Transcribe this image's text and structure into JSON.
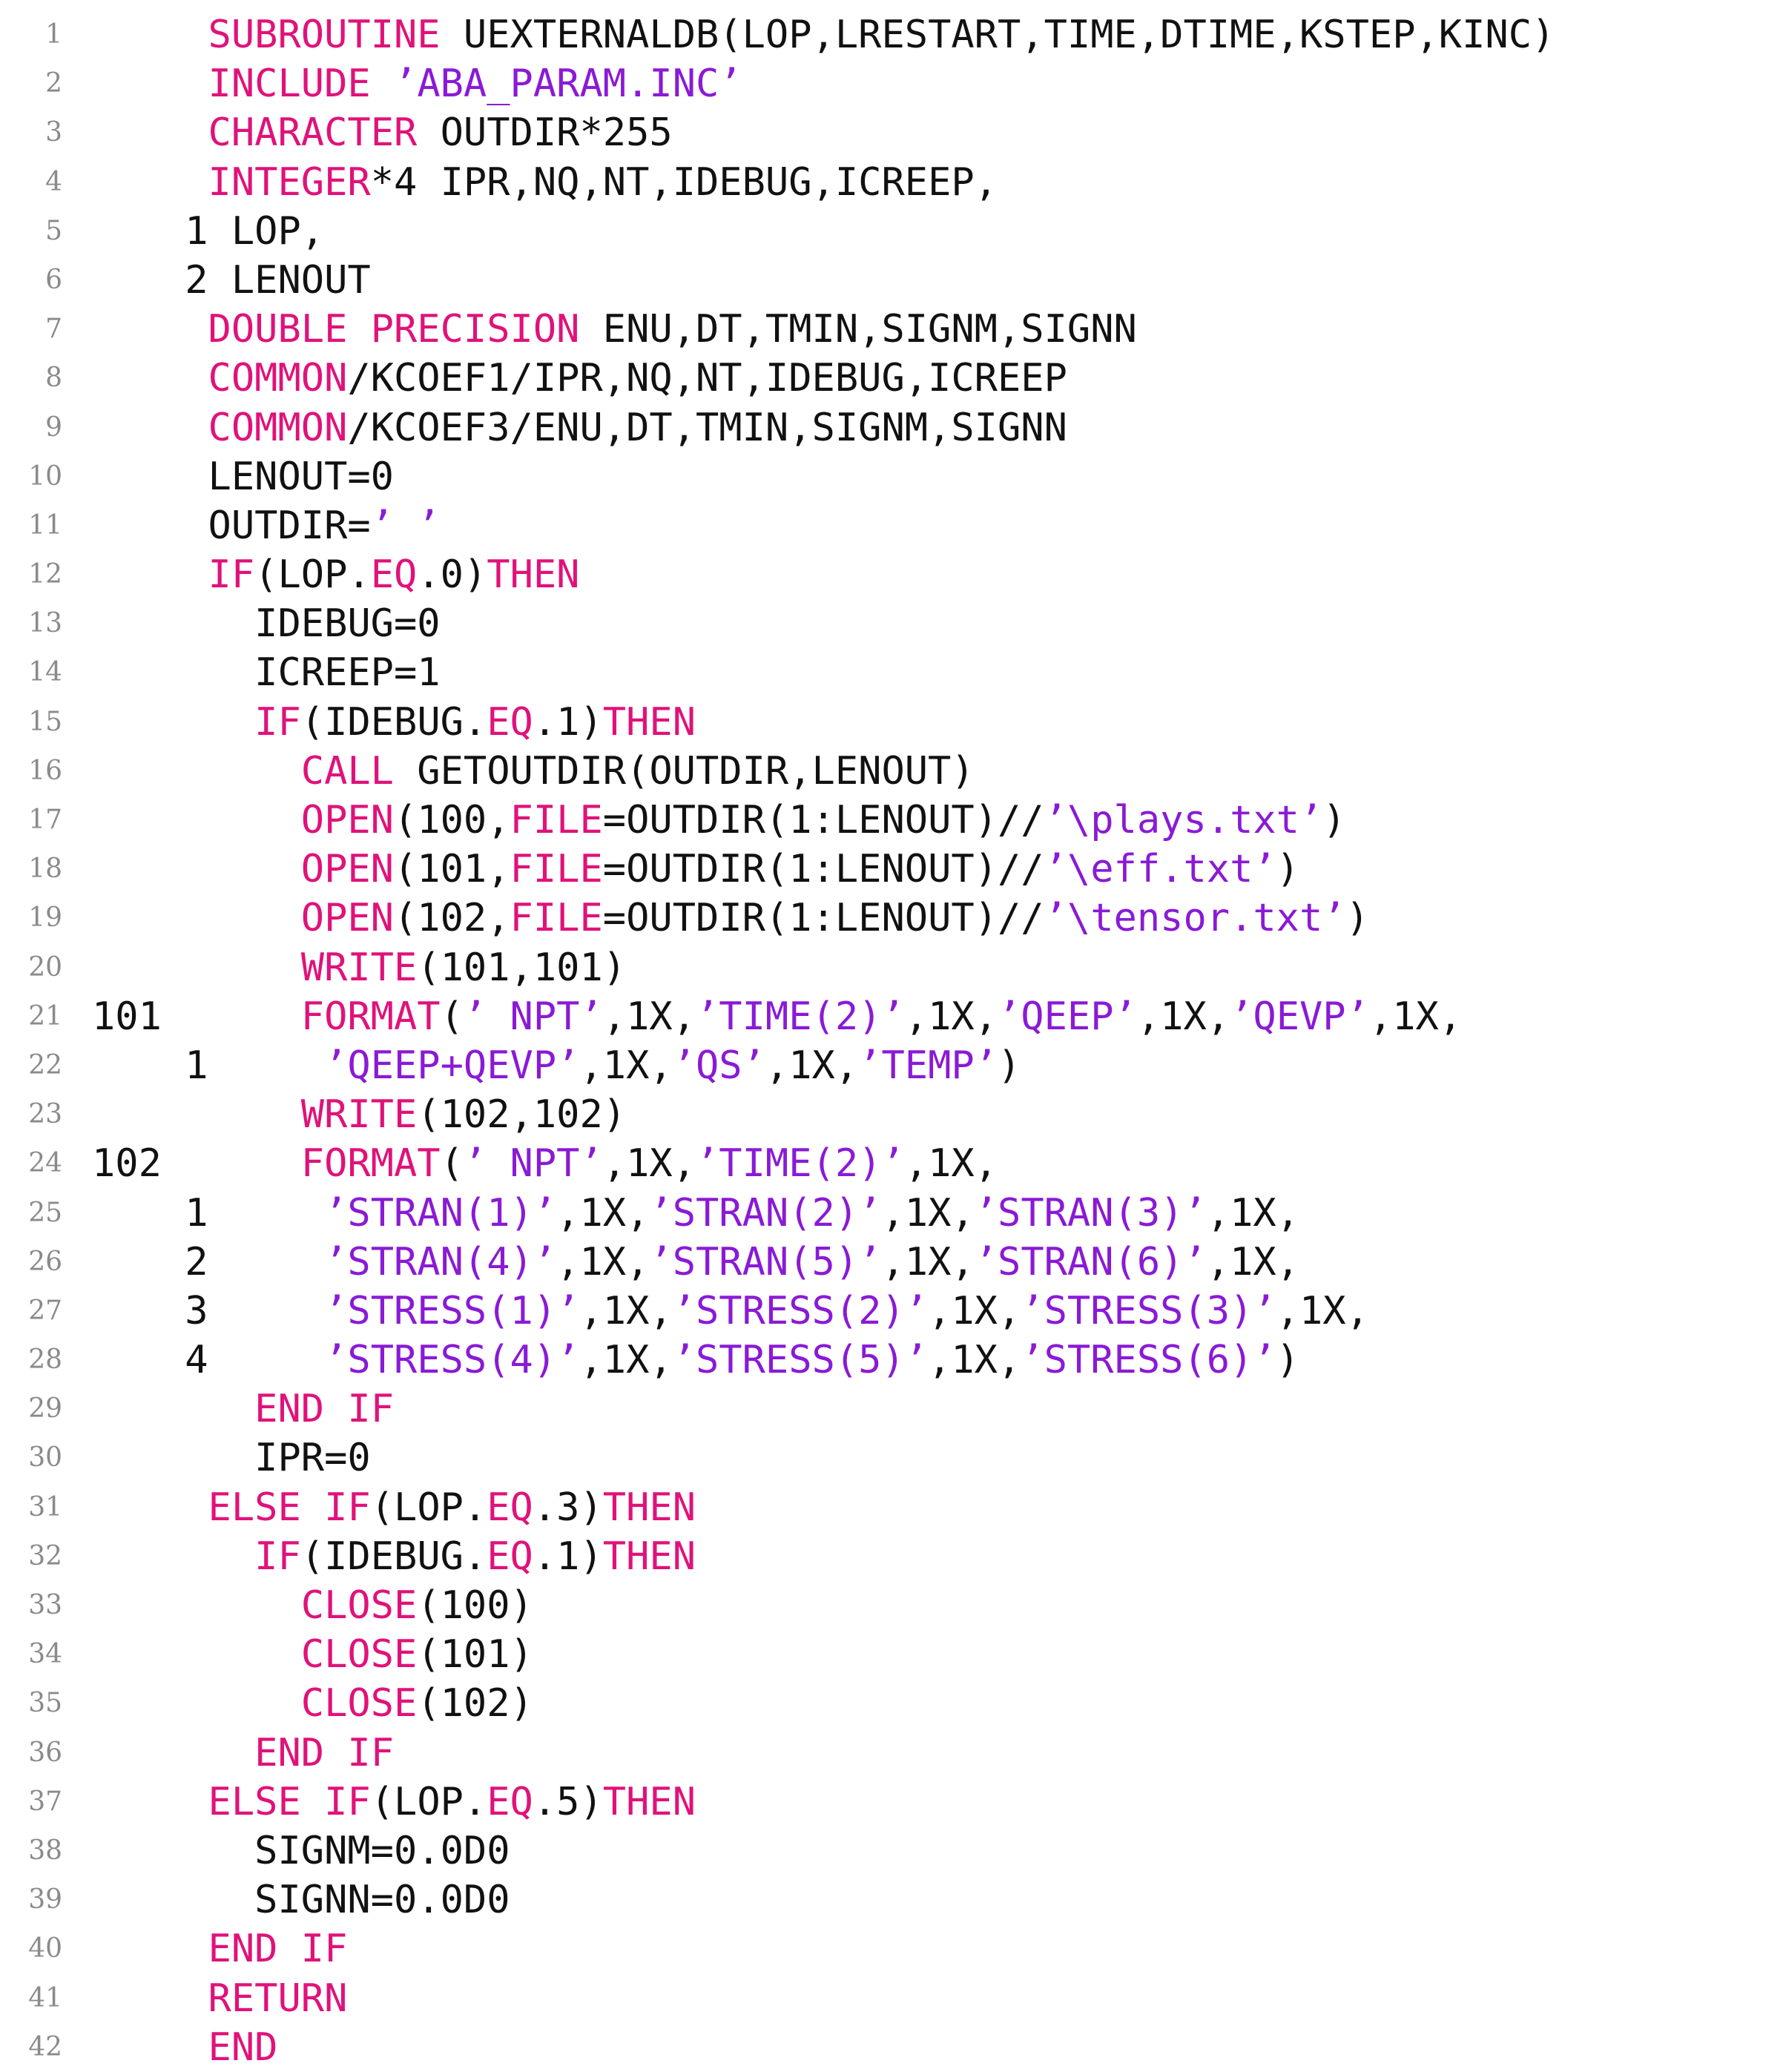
{
  "colors": {
    "background": "#ffffff",
    "keyword": "#e0127a",
    "string": "#8a1ad6",
    "text": "#111111",
    "line_number": "#8a8a8a"
  },
  "code": {
    "language": "Fortran",
    "lines": [
      {
        "num": "1",
        "tokens": [
          {
            "t": "     "
          },
          {
            "t": "SUBROUTINE",
            "k": "kw"
          },
          {
            "t": " UEXTERNALDB(LOP,LRESTART,TIME,DTIME,KSTEP,KINC)"
          }
        ]
      },
      {
        "num": "2",
        "tokens": [
          {
            "t": "     "
          },
          {
            "t": "INCLUDE",
            "k": "kw"
          },
          {
            "t": " "
          },
          {
            "t": "’ABA_PARAM.INC’",
            "k": "str"
          }
        ]
      },
      {
        "num": "3",
        "tokens": [
          {
            "t": "     "
          },
          {
            "t": "CHARACTER",
            "k": "kw"
          },
          {
            "t": " OUTDIR*255"
          }
        ]
      },
      {
        "num": "4",
        "tokens": [
          {
            "t": "     "
          },
          {
            "t": "INTEGER",
            "k": "kw"
          },
          {
            "t": "*4 IPR,NQ,NT,IDEBUG,ICREEP,"
          }
        ]
      },
      {
        "num": "5",
        "tokens": [
          {
            "t": "    1 LOP,"
          }
        ]
      },
      {
        "num": "6",
        "tokens": [
          {
            "t": "    2 LENOUT"
          }
        ]
      },
      {
        "num": "7",
        "tokens": [
          {
            "t": "     "
          },
          {
            "t": "DOUBLE PRECISION",
            "k": "kw"
          },
          {
            "t": " ENU,DT,TMIN,SIGNM,SIGNN"
          }
        ]
      },
      {
        "num": "8",
        "tokens": [
          {
            "t": "     "
          },
          {
            "t": "COMMON",
            "k": "kw"
          },
          {
            "t": "/KCOEF1/IPR,NQ,NT,IDEBUG,ICREEP"
          }
        ]
      },
      {
        "num": "9",
        "tokens": [
          {
            "t": "     "
          },
          {
            "t": "COMMON",
            "k": "kw"
          },
          {
            "t": "/KCOEF3/ENU,DT,TMIN,SIGNM,SIGNN"
          }
        ]
      },
      {
        "num": "10",
        "tokens": [
          {
            "t": "     LENOUT=0"
          }
        ]
      },
      {
        "num": "11",
        "tokens": [
          {
            "t": "     OUTDIR="
          },
          {
            "t": "’ ’",
            "k": "str"
          }
        ]
      },
      {
        "num": "12",
        "tokens": [
          {
            "t": "     "
          },
          {
            "t": "IF",
            "k": "kw"
          },
          {
            "t": "(LOP."
          },
          {
            "t": "EQ",
            "k": "kw"
          },
          {
            "t": ".0)"
          },
          {
            "t": "THEN",
            "k": "kw"
          }
        ]
      },
      {
        "num": "13",
        "tokens": [
          {
            "t": "       IDEBUG=0"
          }
        ]
      },
      {
        "num": "14",
        "tokens": [
          {
            "t": "       ICREEP=1"
          }
        ]
      },
      {
        "num": "15",
        "tokens": [
          {
            "t": "       "
          },
          {
            "t": "IF",
            "k": "kw"
          },
          {
            "t": "(IDEBUG."
          },
          {
            "t": "EQ",
            "k": "kw"
          },
          {
            "t": ".1)"
          },
          {
            "t": "THEN",
            "k": "kw"
          }
        ]
      },
      {
        "num": "16",
        "tokens": [
          {
            "t": "         "
          },
          {
            "t": "CALL",
            "k": "kw"
          },
          {
            "t": " GETOUTDIR(OUTDIR,LENOUT)"
          }
        ]
      },
      {
        "num": "17",
        "tokens": [
          {
            "t": "         "
          },
          {
            "t": "OPEN",
            "k": "kw"
          },
          {
            "t": "(100,"
          },
          {
            "t": "FILE",
            "k": "kw"
          },
          {
            "t": "=OUTDIR(1:LENOUT)//"
          },
          {
            "t": "’\\plays.txt’",
            "k": "str"
          },
          {
            "t": ")"
          }
        ]
      },
      {
        "num": "18",
        "tokens": [
          {
            "t": "         "
          },
          {
            "t": "OPEN",
            "k": "kw"
          },
          {
            "t": "(101,"
          },
          {
            "t": "FILE",
            "k": "kw"
          },
          {
            "t": "=OUTDIR(1:LENOUT)//"
          },
          {
            "t": "’\\eff.txt’",
            "k": "str"
          },
          {
            "t": ")"
          }
        ]
      },
      {
        "num": "19",
        "tokens": [
          {
            "t": "         "
          },
          {
            "t": "OPEN",
            "k": "kw"
          },
          {
            "t": "(102,"
          },
          {
            "t": "FILE",
            "k": "kw"
          },
          {
            "t": "=OUTDIR(1:LENOUT)//"
          },
          {
            "t": "’\\tensor.txt’",
            "k": "str"
          },
          {
            "t": ")"
          }
        ]
      },
      {
        "num": "20",
        "tokens": [
          {
            "t": "         "
          },
          {
            "t": "WRITE",
            "k": "kw"
          },
          {
            "t": "(101,101)"
          }
        ]
      },
      {
        "num": "21",
        "tokens": [
          {
            "t": "101      "
          },
          {
            "t": "FORMAT",
            "k": "kw"
          },
          {
            "t": "("
          },
          {
            "t": "’ NPT’",
            "k": "str"
          },
          {
            "t": ",1X,"
          },
          {
            "t": "’TIME(2)’",
            "k": "str"
          },
          {
            "t": ",1X,"
          },
          {
            "t": "’QEEP’",
            "k": "str"
          },
          {
            "t": ",1X,"
          },
          {
            "t": "’QEVP’",
            "k": "str"
          },
          {
            "t": ",1X,"
          }
        ]
      },
      {
        "num": "22",
        "tokens": [
          {
            "t": "    1     "
          },
          {
            "t": "’QEEP+QEVP’",
            "k": "str"
          },
          {
            "t": ",1X,"
          },
          {
            "t": "’QS’",
            "k": "str"
          },
          {
            "t": ",1X,"
          },
          {
            "t": "’TEMP’",
            "k": "str"
          },
          {
            "t": ")"
          }
        ]
      },
      {
        "num": "23",
        "tokens": [
          {
            "t": "         "
          },
          {
            "t": "WRITE",
            "k": "kw"
          },
          {
            "t": "(102,102)"
          }
        ]
      },
      {
        "num": "24",
        "tokens": [
          {
            "t": "102      "
          },
          {
            "t": "FORMAT",
            "k": "kw"
          },
          {
            "t": "("
          },
          {
            "t": "’ NPT’",
            "k": "str"
          },
          {
            "t": ",1X,"
          },
          {
            "t": "’TIME(2)’",
            "k": "str"
          },
          {
            "t": ",1X,"
          }
        ]
      },
      {
        "num": "25",
        "tokens": [
          {
            "t": "    1     "
          },
          {
            "t": "’STRAN(1)’",
            "k": "str"
          },
          {
            "t": ",1X,"
          },
          {
            "t": "’STRAN(2)’",
            "k": "str"
          },
          {
            "t": ",1X,"
          },
          {
            "t": "’STRAN(3)’",
            "k": "str"
          },
          {
            "t": ",1X,"
          }
        ]
      },
      {
        "num": "26",
        "tokens": [
          {
            "t": "    2     "
          },
          {
            "t": "’STRAN(4)’",
            "k": "str"
          },
          {
            "t": ",1X,"
          },
          {
            "t": "’STRAN(5)’",
            "k": "str"
          },
          {
            "t": ",1X,"
          },
          {
            "t": "’STRAN(6)’",
            "k": "str"
          },
          {
            "t": ",1X,"
          }
        ]
      },
      {
        "num": "27",
        "tokens": [
          {
            "t": "    3     "
          },
          {
            "t": "’STRESS(1)’",
            "k": "str"
          },
          {
            "t": ",1X,"
          },
          {
            "t": "’STRESS(2)’",
            "k": "str"
          },
          {
            "t": ",1X,"
          },
          {
            "t": "’STRESS(3)’",
            "k": "str"
          },
          {
            "t": ",1X,"
          }
        ]
      },
      {
        "num": "28",
        "tokens": [
          {
            "t": "    4     "
          },
          {
            "t": "’STRESS(4)’",
            "k": "str"
          },
          {
            "t": ",1X,"
          },
          {
            "t": "’STRESS(5)’",
            "k": "str"
          },
          {
            "t": ",1X,"
          },
          {
            "t": "’STRESS(6)’",
            "k": "str"
          },
          {
            "t": ")"
          }
        ]
      },
      {
        "num": "29",
        "tokens": [
          {
            "t": "       "
          },
          {
            "t": "END IF",
            "k": "kw"
          }
        ]
      },
      {
        "num": "30",
        "tokens": [
          {
            "t": "       IPR=0"
          }
        ]
      },
      {
        "num": "31",
        "tokens": [
          {
            "t": "     "
          },
          {
            "t": "ELSE IF",
            "k": "kw"
          },
          {
            "t": "(LOP."
          },
          {
            "t": "EQ",
            "k": "kw"
          },
          {
            "t": ".3)"
          },
          {
            "t": "THEN",
            "k": "kw"
          }
        ]
      },
      {
        "num": "32",
        "tokens": [
          {
            "t": "       "
          },
          {
            "t": "IF",
            "k": "kw"
          },
          {
            "t": "(IDEBUG."
          },
          {
            "t": "EQ",
            "k": "kw"
          },
          {
            "t": ".1)"
          },
          {
            "t": "THEN",
            "k": "kw"
          }
        ]
      },
      {
        "num": "33",
        "tokens": [
          {
            "t": "         "
          },
          {
            "t": "CLOSE",
            "k": "kw"
          },
          {
            "t": "(100)"
          }
        ]
      },
      {
        "num": "34",
        "tokens": [
          {
            "t": "         "
          },
          {
            "t": "CLOSE",
            "k": "kw"
          },
          {
            "t": "(101)"
          }
        ]
      },
      {
        "num": "35",
        "tokens": [
          {
            "t": "         "
          },
          {
            "t": "CLOSE",
            "k": "kw"
          },
          {
            "t": "(102)"
          }
        ]
      },
      {
        "num": "36",
        "tokens": [
          {
            "t": "       "
          },
          {
            "t": "END IF",
            "k": "kw"
          }
        ]
      },
      {
        "num": "37",
        "tokens": [
          {
            "t": "     "
          },
          {
            "t": "ELSE IF",
            "k": "kw"
          },
          {
            "t": "(LOP."
          },
          {
            "t": "EQ",
            "k": "kw"
          },
          {
            "t": ".5)"
          },
          {
            "t": "THEN",
            "k": "kw"
          }
        ]
      },
      {
        "num": "38",
        "tokens": [
          {
            "t": "       SIGNM=0.0D0"
          }
        ]
      },
      {
        "num": "39",
        "tokens": [
          {
            "t": "       SIGNN=0.0D0"
          }
        ]
      },
      {
        "num": "40",
        "tokens": [
          {
            "t": "     "
          },
          {
            "t": "END IF",
            "k": "kw"
          }
        ]
      },
      {
        "num": "41",
        "tokens": [
          {
            "t": "     "
          },
          {
            "t": "RETURN",
            "k": "kw"
          }
        ]
      },
      {
        "num": "42",
        "tokens": [
          {
            "t": "     "
          },
          {
            "t": "END",
            "k": "kw"
          }
        ]
      }
    ]
  }
}
